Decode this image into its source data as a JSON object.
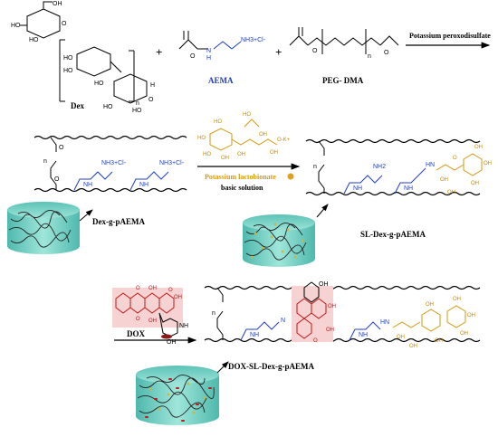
{
  "reagents": {
    "dex": "Dex",
    "aema": "AEMA",
    "peg_dma": "PEG- DMA",
    "plus": "+",
    "subscript_n": "n"
  },
  "arrows": {
    "step1": "Potassium peroxodisulfate",
    "step2_top": "Potassium lactobionate",
    "step2_bottom": "basic solution",
    "step3": "DOX"
  },
  "products": {
    "p1": "Dex-g-pAEMA",
    "p2": "SL-Dex-g-pAEMA",
    "p3": "DOX-SL-Dex-g-pAEMA"
  },
  "groups": {
    "nh3cl": "NH3+Cl-",
    "nh2": "NH2",
    "nh": "NH",
    "o": "O",
    "oh": "OH",
    "ho": "HO",
    "k_salt": "O-K+",
    "n_eq": "N"
  },
  "colors": {
    "aema_blue": "#1f3fbf",
    "lactobionate_gold": "#d49a10",
    "dox_red": "#c01818",
    "hydrogel_teal": "#7fd6c9"
  }
}
